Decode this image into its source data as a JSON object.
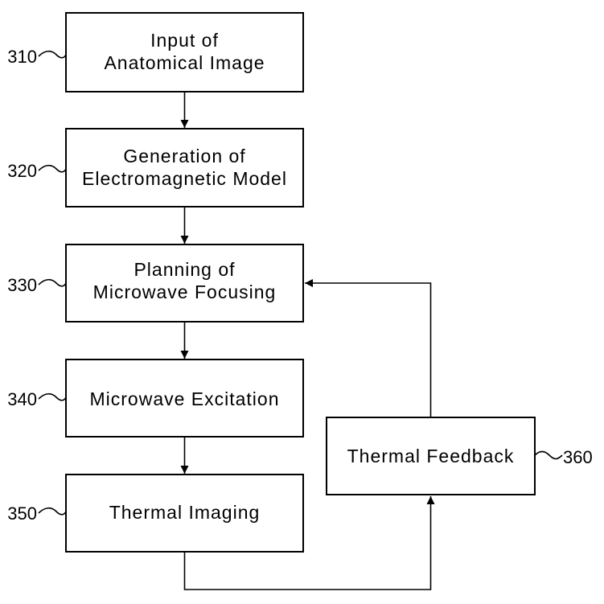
{
  "steps": [
    {
      "id": "310",
      "lines": [
        "Input of",
        "Anatomical Image"
      ]
    },
    {
      "id": "320",
      "lines": [
        "Generation of",
        "Electromagnetic Model"
      ]
    },
    {
      "id": "330",
      "lines": [
        "Planning of",
        "Microwave Focusing"
      ]
    },
    {
      "id": "340",
      "lines": [
        "Microwave Excitation"
      ]
    },
    {
      "id": "350",
      "lines": [
        "Thermal Imaging"
      ]
    },
    {
      "id": "360",
      "lines": [
        "Thermal Feedback"
      ]
    }
  ]
}
